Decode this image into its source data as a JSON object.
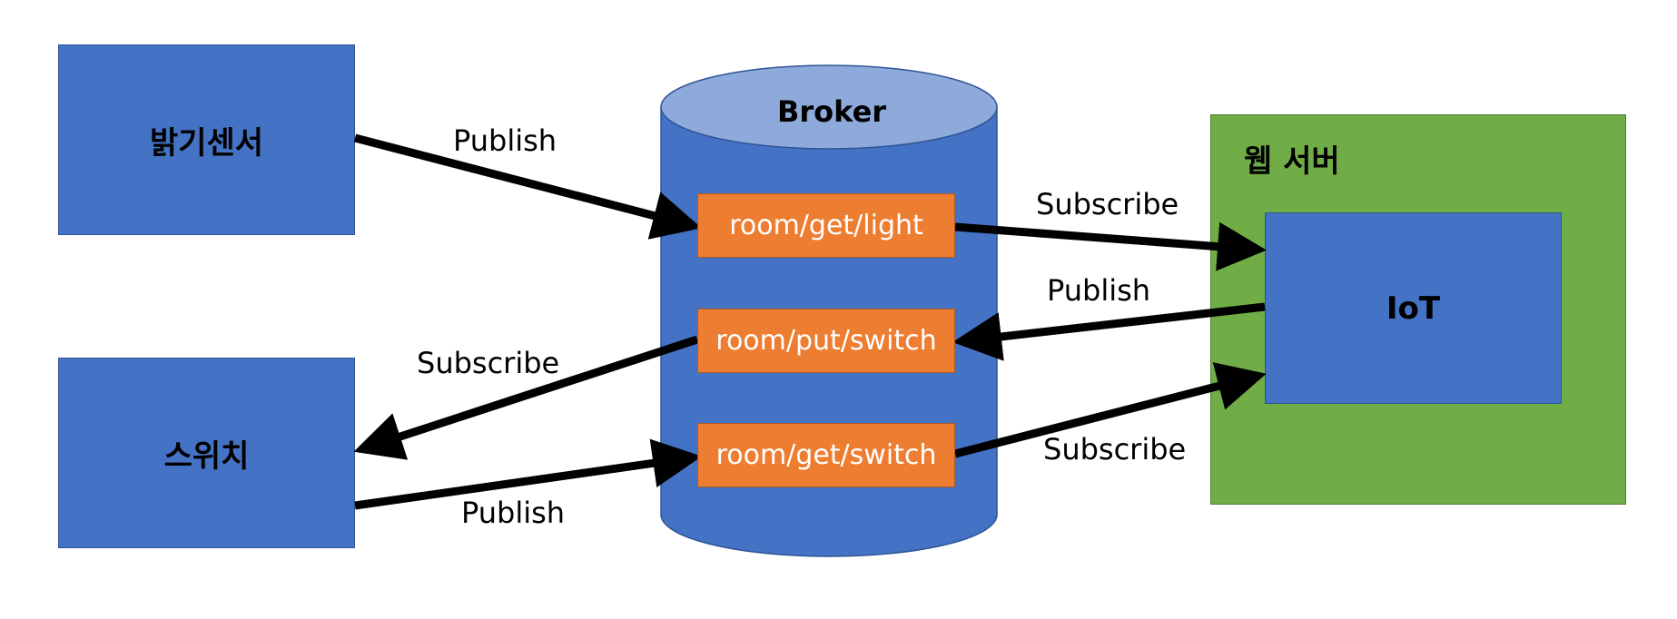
{
  "nodes": {
    "light_sensor": "밝기센서",
    "switch": "스위치",
    "broker": "Broker",
    "web_server": "웹 서버",
    "iot": "IoT"
  },
  "topics": {
    "get_light": "room/get/light",
    "put_switch": "room/put/switch",
    "get_switch": "room/get/switch"
  },
  "edges": {
    "sensor_publish": "Publish",
    "light_subscribe": "Subscribe",
    "iot_publish": "Publish",
    "switch_subscribe": "Subscribe",
    "switch_publish": "Publish",
    "iot_subscribe": "Subscribe"
  },
  "colors": {
    "node_blue": "#4472c4",
    "cylinder_top": "#8eaadb",
    "topic_orange": "#ed7d31",
    "web_server_green": "#70ad47",
    "arrow": "#000000"
  }
}
